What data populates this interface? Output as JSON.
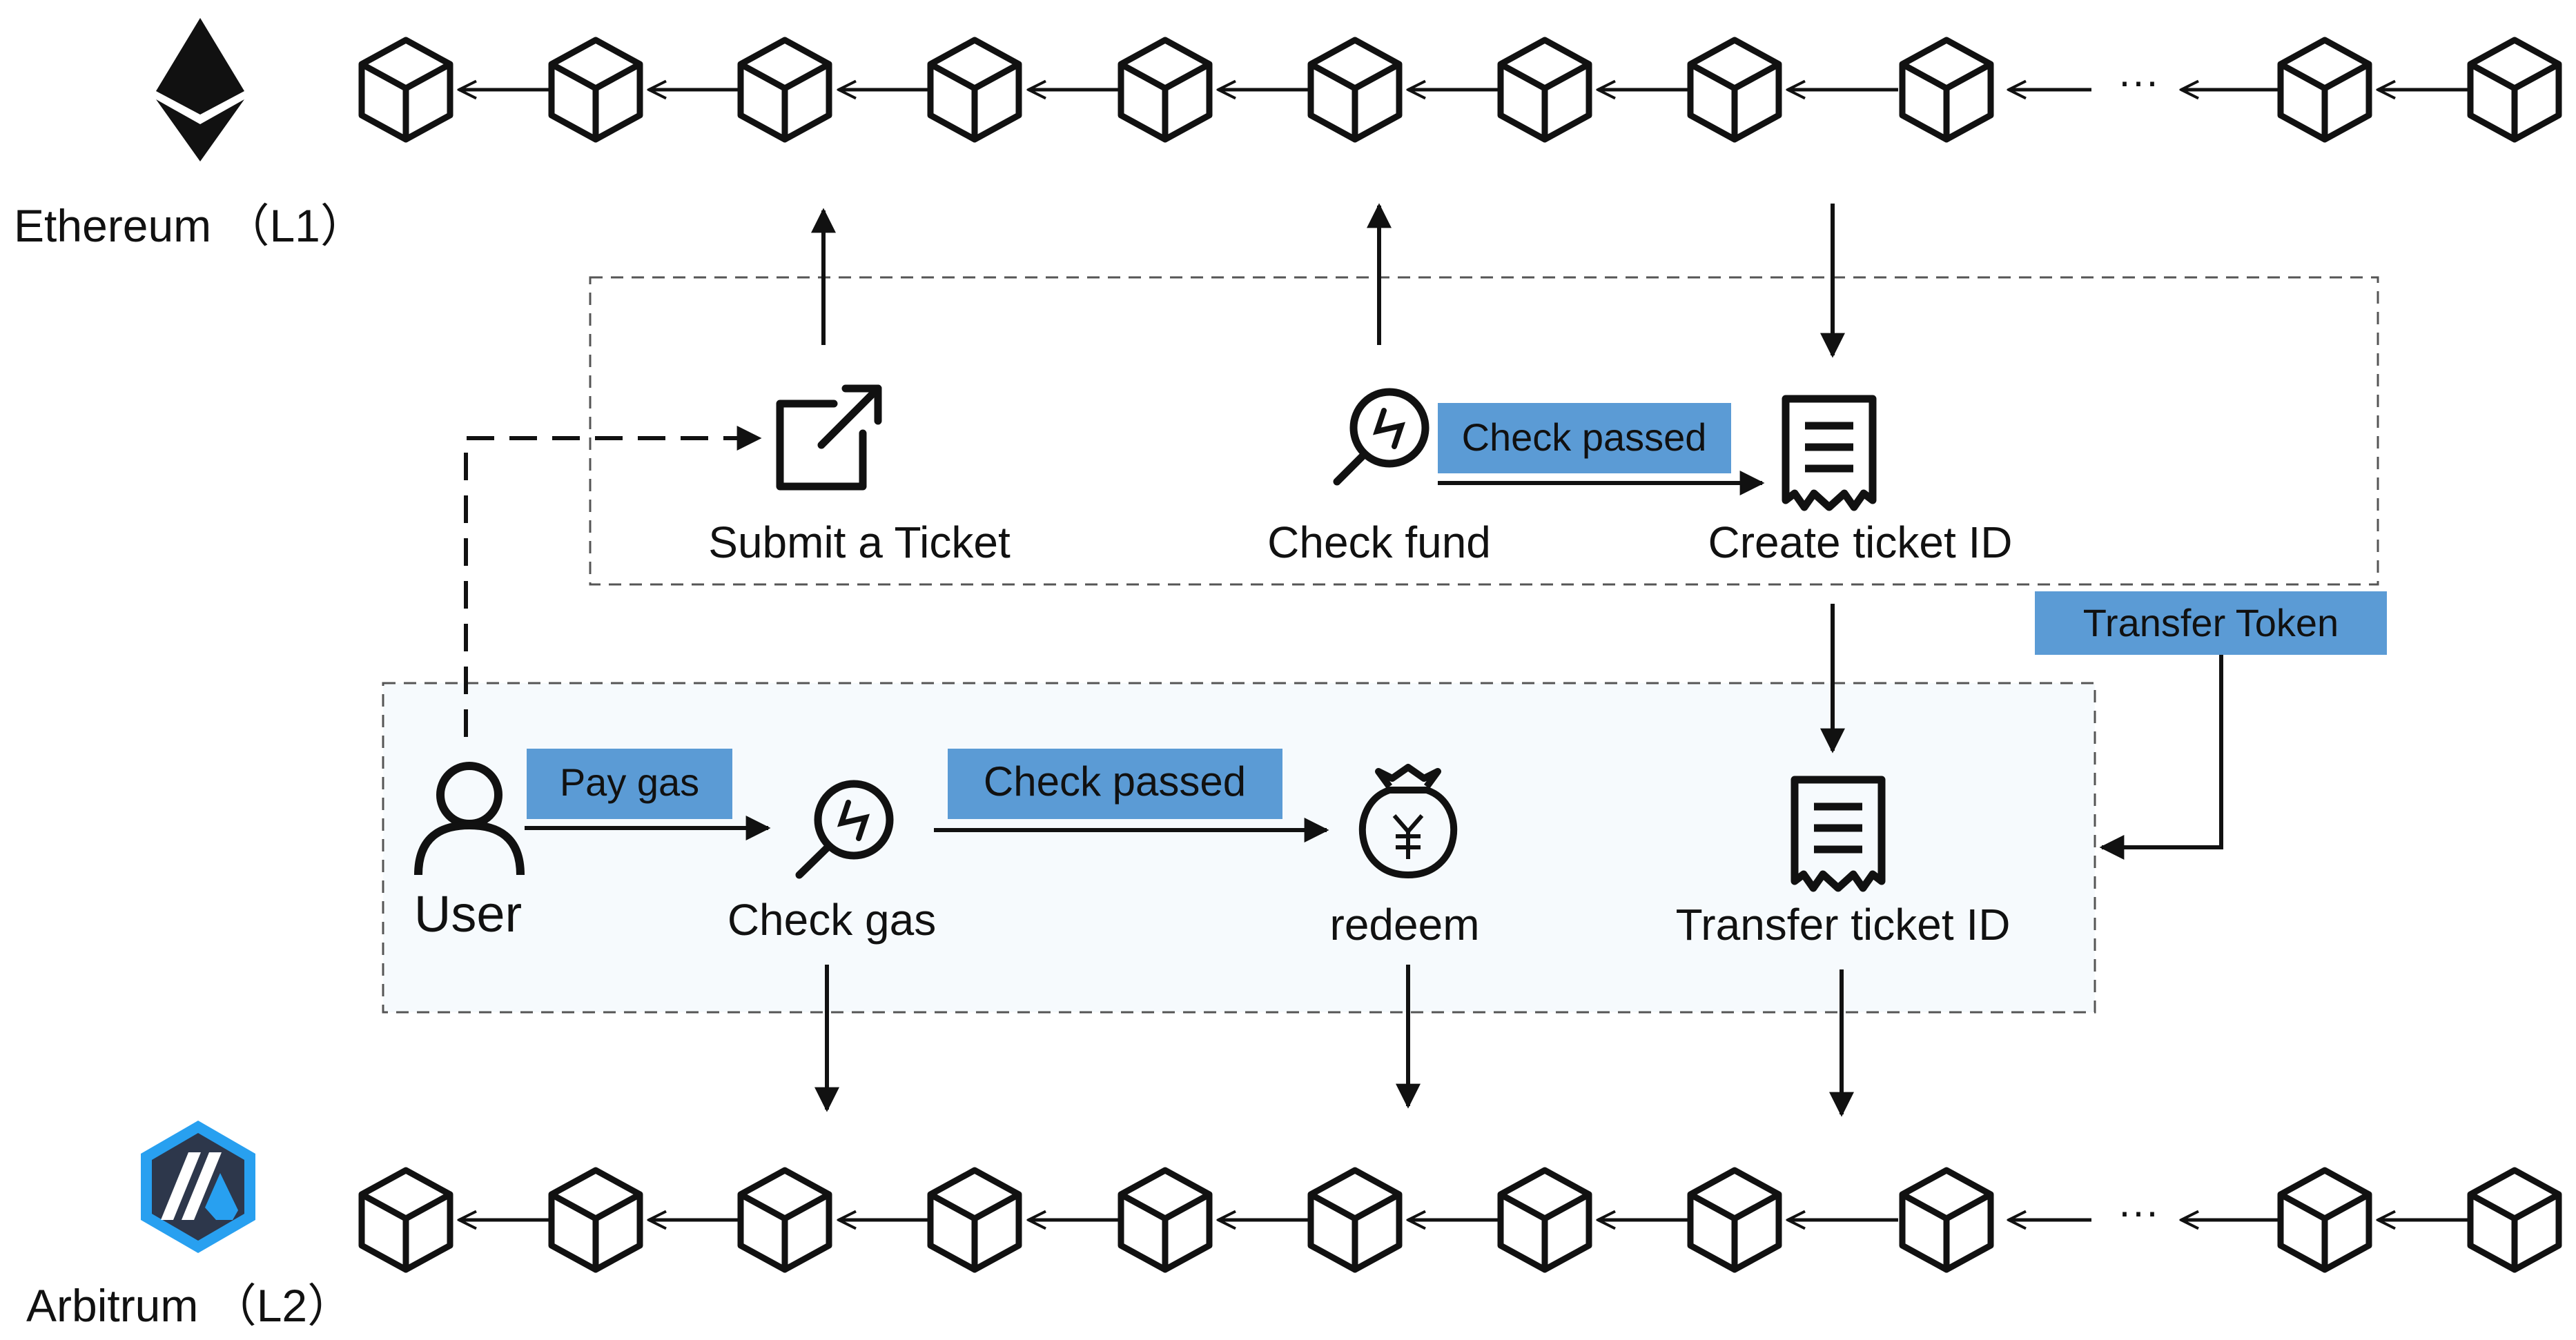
{
  "chains": {
    "l1": {
      "label": "Ethereum （L1）",
      "ellipsis": "···"
    },
    "l2": {
      "label": "Arbitrum （L2）",
      "ellipsis": "···"
    }
  },
  "l1_box": {
    "submit": "Submit a Ticket",
    "check_fund": "Check fund",
    "check_passed": "Check passed",
    "create_ticket": "Create ticket ID"
  },
  "transfer_token": "Transfer Token",
  "l2_box": {
    "user": "User",
    "pay_gas": "Pay gas",
    "check_gas": "Check gas",
    "check_passed": "Check passed",
    "redeem": "redeem",
    "transfer_ticket": "Transfer ticket ID"
  },
  "colors": {
    "tag_fill": "#5b9bd5",
    "l2_box_fill": "#f6fafd",
    "line": "#111111",
    "ethereum": "#111111",
    "arbitrum_outer": "#2d374b",
    "arbitrum_blue": "#28a0f0"
  }
}
